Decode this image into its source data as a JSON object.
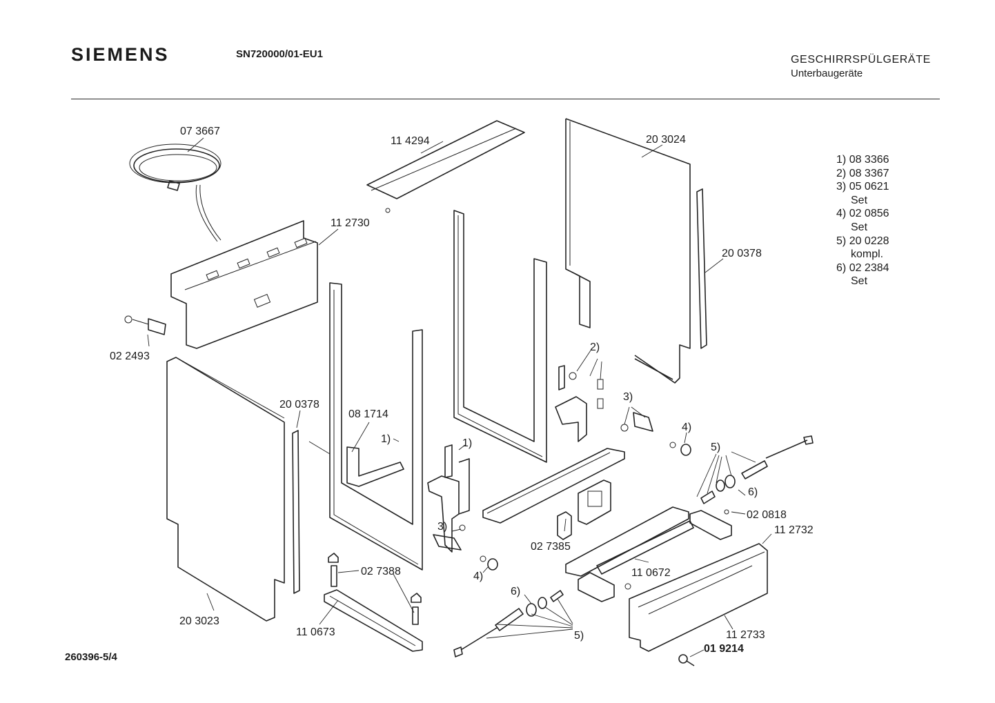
{
  "header": {
    "brand": "SIEMENS",
    "model": "SN720000/01-EU1",
    "category": "GESCHIRRSPÜLGERÄTE",
    "subcategory": "Unterbaugeräte"
  },
  "document_number": "260396-5/4",
  "legend": [
    {
      "key": "1)",
      "part": "08 3366"
    },
    {
      "key": "2)",
      "part": "08 3367"
    },
    {
      "key": "3)",
      "part": "05 0621",
      "note": "Set"
    },
    {
      "key": "4)",
      "part": "02 0856",
      "note": "Set"
    },
    {
      "key": "5)",
      "part": "20 0228",
      "note": "kompl."
    },
    {
      "key": "6)",
      "part": "02 2384",
      "note": "Set"
    }
  ],
  "callouts": [
    {
      "id": "cable",
      "text": "07 3667"
    },
    {
      "id": "top-strip",
      "text": "11 4294"
    },
    {
      "id": "side-panel-right",
      "text": "20 3024"
    },
    {
      "id": "front-frame",
      "text": "11 2730"
    },
    {
      "id": "seal-right",
      "text": "20 0378"
    },
    {
      "id": "clip-left",
      "text": "02 2493"
    },
    {
      "id": "seal-left",
      "text": "20 0378"
    },
    {
      "id": "bracket",
      "text": "08 1714"
    },
    {
      "id": "ref-1a",
      "text": "1)"
    },
    {
      "id": "ref-1b",
      "text": "1)"
    },
    {
      "id": "ref-2",
      "text": "2)"
    },
    {
      "id": "ref-3a",
      "text": "3)"
    },
    {
      "id": "ref-3b",
      "text": "3)"
    },
    {
      "id": "ref-4a",
      "text": "4)"
    },
    {
      "id": "ref-4b",
      "text": "4)"
    },
    {
      "id": "ref-5a",
      "text": "5)"
    },
    {
      "id": "ref-5b",
      "text": "5)"
    },
    {
      "id": "ref-6a",
      "text": "6)"
    },
    {
      "id": "ref-6b",
      "text": "6)"
    },
    {
      "id": "screw",
      "text": "02 0818"
    },
    {
      "id": "base-panel",
      "text": "11 2732"
    },
    {
      "id": "hinge-plate",
      "text": "02 7385"
    },
    {
      "id": "rail",
      "text": "11 0672"
    },
    {
      "id": "foot",
      "text": "02 7388"
    },
    {
      "id": "side-panel-left",
      "text": "20 3023"
    },
    {
      "id": "foot-rail",
      "text": "11 0673"
    },
    {
      "id": "kick-plate",
      "text": "11 2733"
    },
    {
      "id": "bolt",
      "text": "01 9214"
    }
  ]
}
